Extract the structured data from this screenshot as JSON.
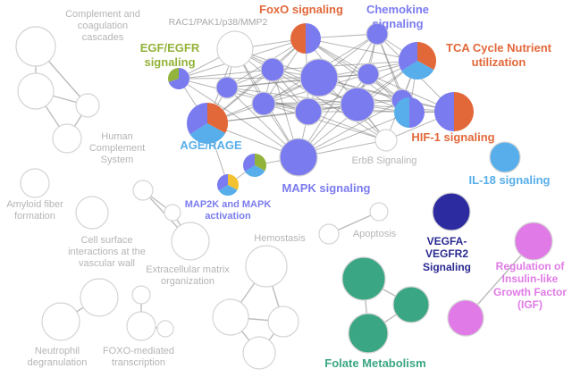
{
  "colors": {
    "purple": "#7b7bf0",
    "orange": "#e2683a",
    "blue": "#57aeea",
    "olive": "#93b33a",
    "yellow": "#f2c230",
    "navy": "#2d2ba0",
    "green": "#3aa683",
    "magenta": "#e07ae6",
    "grey_text": "#b0b0b0"
  },
  "labels": {
    "complement": "Complement and\ncoagulation\ncascades",
    "rac1": "RAC1/PAK1/p38/MMP2",
    "foxo": "FoxO signaling",
    "chemokine": "Chemokine\nsignaling",
    "egfr": "EGF/EGFR\nsignaling",
    "tca": "TCA Cycle Nutrient\nutilization",
    "human_complement": "Human\nComplement\nSystem",
    "age_rage": "AGE/RAGE",
    "hif1": "HIF-1 signaling",
    "erbb": "ErbB Signaling",
    "il18": "IL-18 signaling",
    "mapk": "MAPK signaling",
    "amyloid": "Amyloid fiber\nformation",
    "map2k": "MAP2K and MAPK\nactivation",
    "cell_surface": "Cell surface\ninteractions at the\nvascular wall",
    "hemostasis": "Hemostasis",
    "apoptosis": "Apoptosis",
    "vegfa": "VEGFA-\nVEGFR2\nSignaling",
    "ecm": "Extracellular matrix\norganization",
    "igf": "Regulation of\nInsulin-like\nGrowth Factor\n(IGF)",
    "neutrophil": "Neutrophil\ndegranulation",
    "foxo_tx": "FOXO-mediated\ntranscription",
    "folate": "Folate Metabolism"
  }
}
